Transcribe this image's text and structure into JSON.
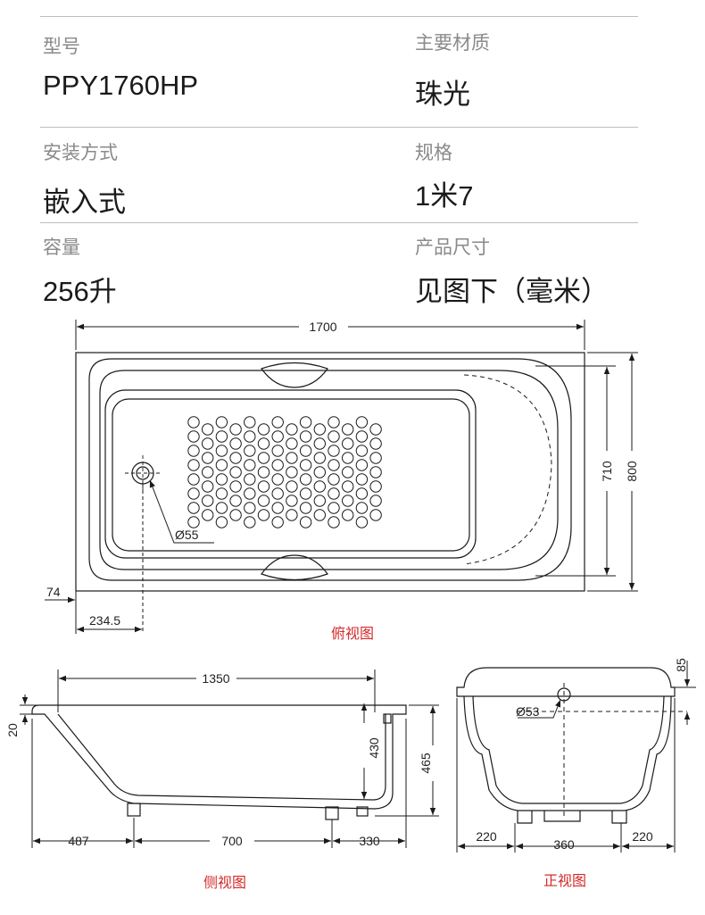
{
  "specs": {
    "row1": {
      "left": {
        "label": "型号",
        "value": "PPY1760HP"
      },
      "right": {
        "label": "主要材质",
        "value": "珠光"
      }
    },
    "row2": {
      "left": {
        "label": "安装方式",
        "value": "嵌入式"
      },
      "right": {
        "label": "规格",
        "value": "1米7"
      }
    },
    "row3": {
      "left": {
        "label": "容量",
        "value": "256升"
      },
      "right": {
        "label": "产品尺寸",
        "value": "见图下（毫米）"
      }
    }
  },
  "top_view": {
    "caption": "俯视图",
    "dim_length": "1700",
    "dim_inner_width": "710",
    "dim_width": "800",
    "dim_drain_dia": "Ø55",
    "dim_edge": "74",
    "dim_drain_offset": "234.5"
  },
  "side_view": {
    "caption": "侧视图",
    "dim_inner_length": "1350",
    "dim_rim": "20",
    "dim_depth": "430",
    "dim_height": "465",
    "dim_left": "487",
    "dim_mid": "700",
    "dim_right": "330"
  },
  "front_view": {
    "caption": "正视图",
    "dim_rim": "85",
    "dim_overflow_dia": "Ø53",
    "dim_left": "220",
    "dim_mid": "360",
    "dim_right": "220"
  },
  "colors": {
    "caption": "#d42a2a",
    "rule": "#bdbdbd",
    "line": "#1a1a1a"
  }
}
